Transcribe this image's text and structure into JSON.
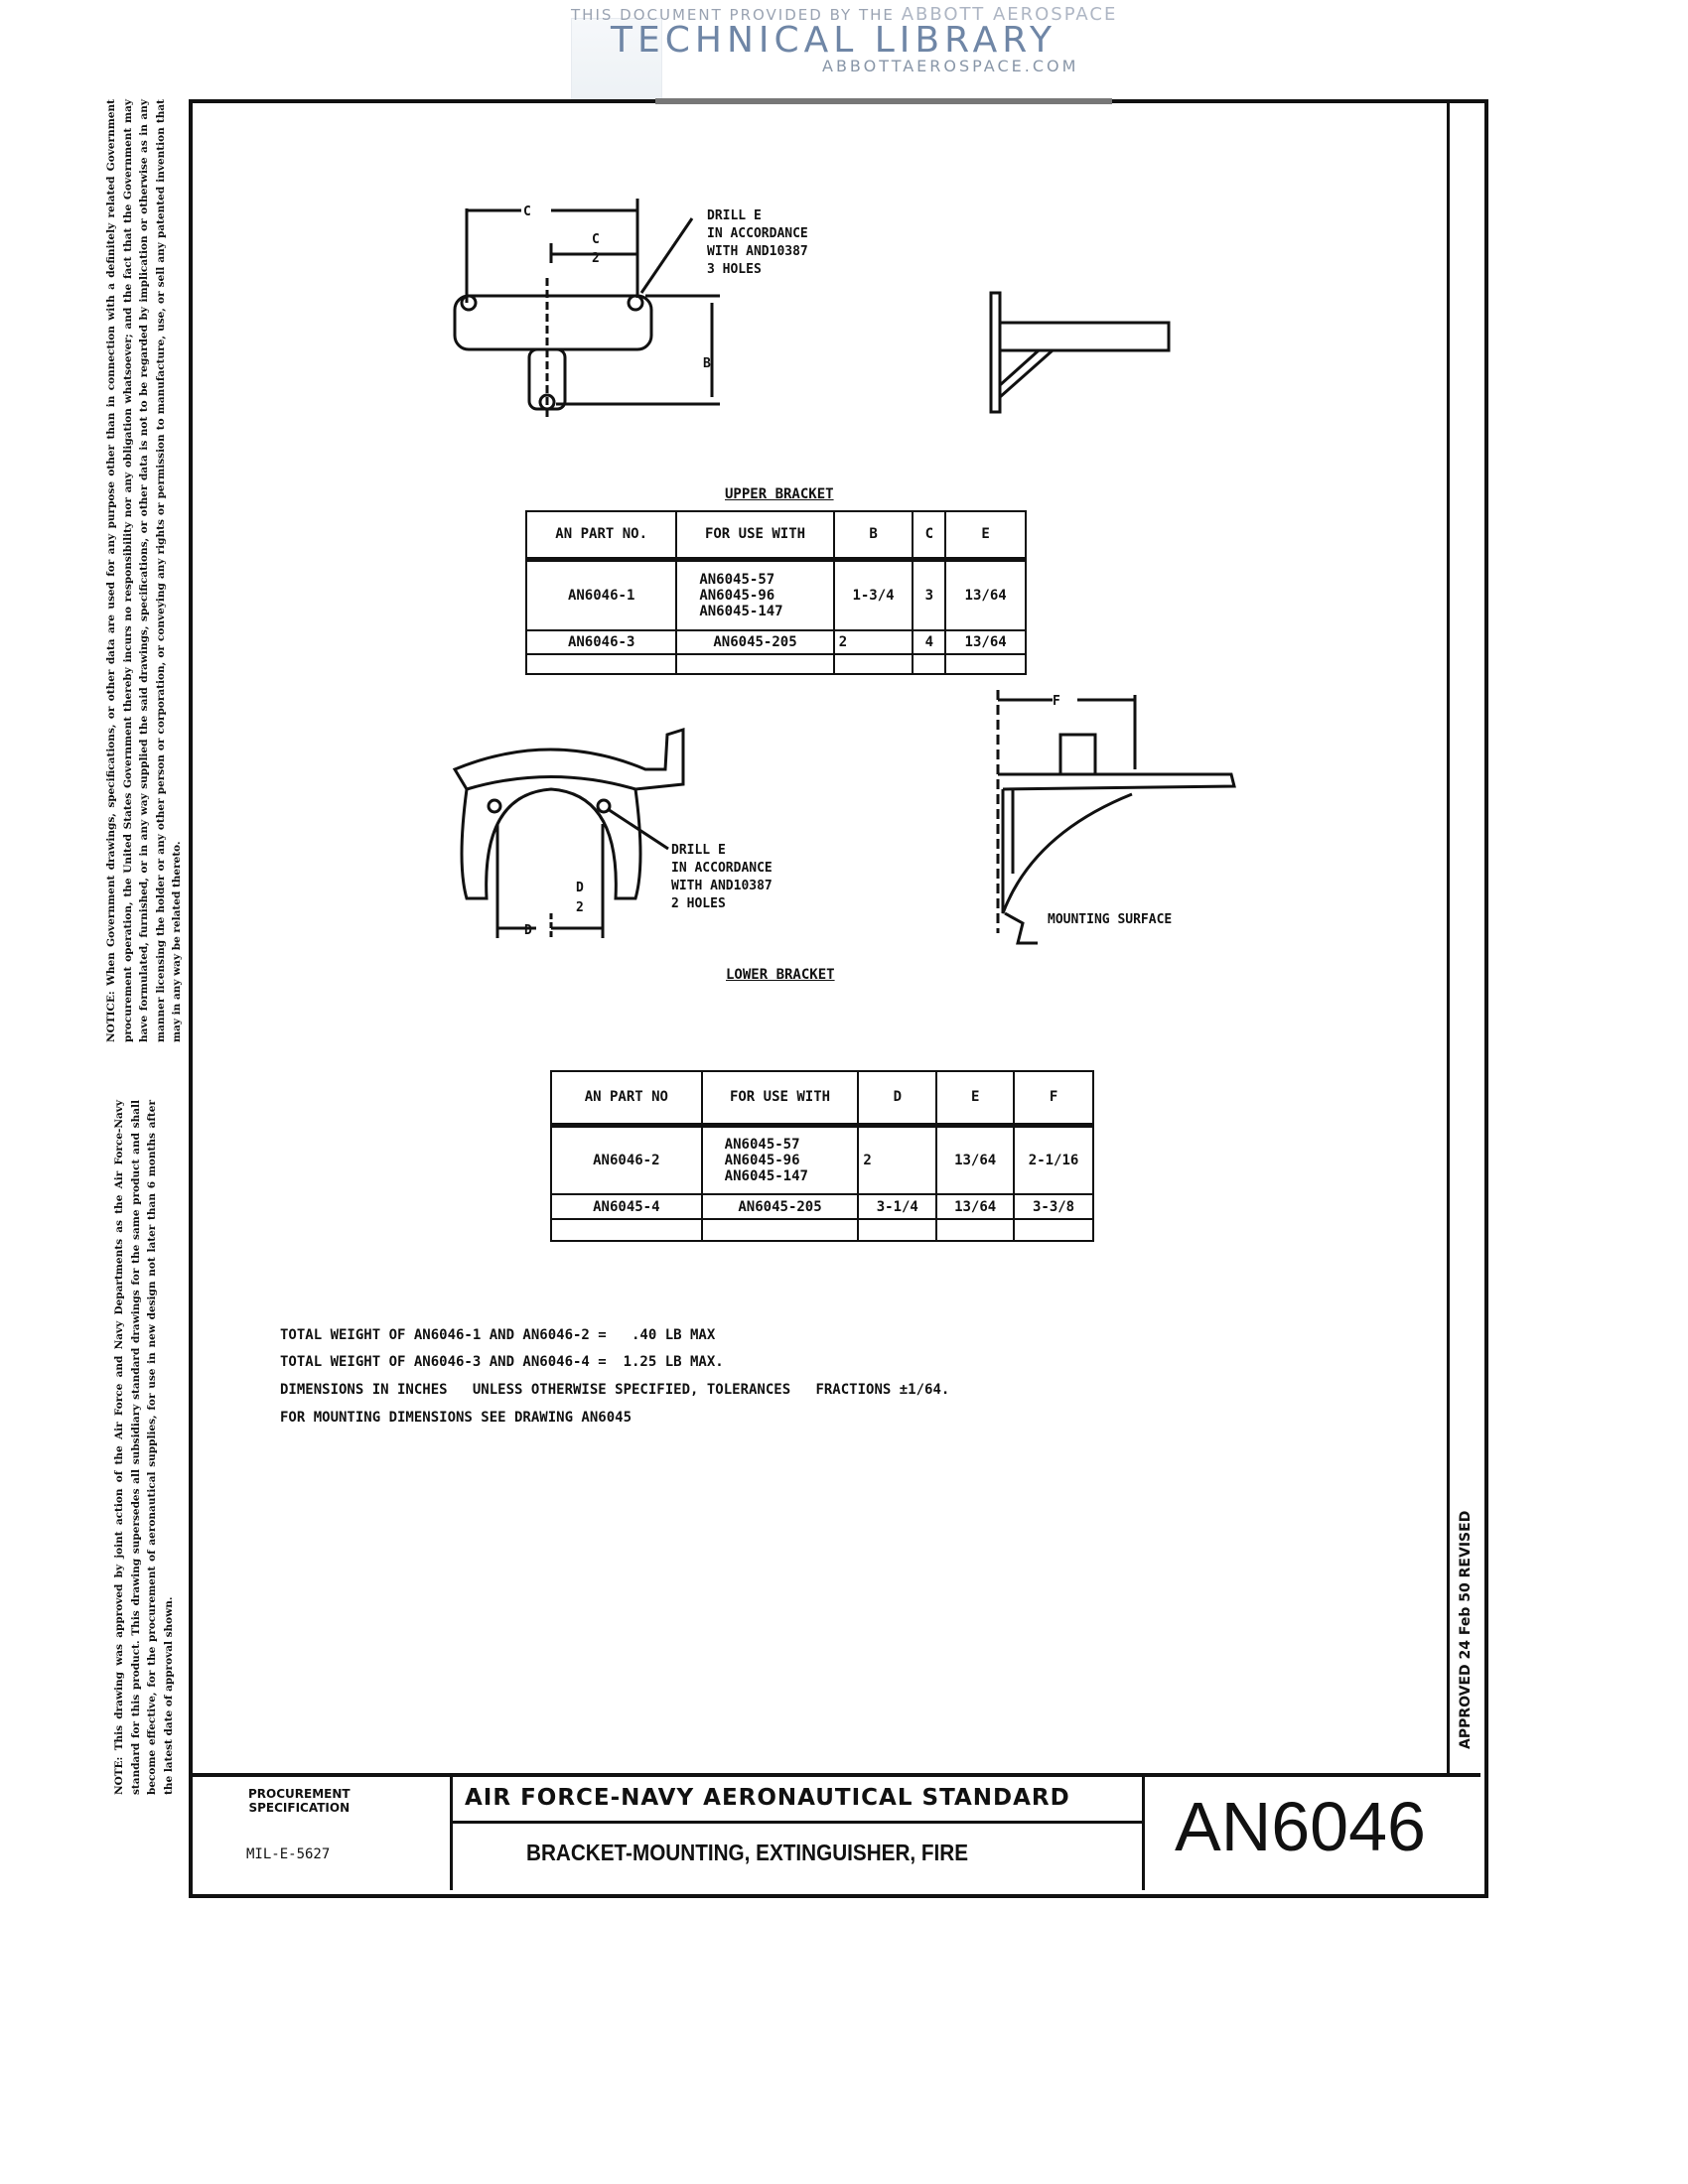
{
  "watermark": {
    "line1_prefix": "THIS DOCUMENT PROVIDED BY THE",
    "line1_brand": "ABBOTT AEROSPACE",
    "line2": "TECHNICAL LIBRARY",
    "line3": "ABBOTTAEROSPACE.COM"
  },
  "margin": {
    "notice": "NOTICE: When Government drawings, specifications, or other data are used for any purpose other than in connection with a definitely related Government procurement operation, the United States Government thereby incurs no responsibility nor any obligation whatsoever; and the fact that the Government may have formulated, furnished, or in any way supplied the said drawings, specifications, or other data is not to be regarded by implication or otherwise as in any manner licensing the holder or any other person or corporation, or conveying any rights or permission to manufacture, use, or sell any patented invention that may in any way be related thereto.",
    "note": "NOTE: This drawing was approved by joint action of the Air Force and Navy Departments as the Air Force-Navy standard for this product. This drawing supersedes all subsidiary standard drawings for the same product and shall become effective, for the procurement of aeronautical supplies, for use in new design not later than 6 months after the latest date of approval shown."
  },
  "drawing": {
    "dim_c": "C",
    "dim_c_half_num": "C",
    "dim_c_half_den": "2",
    "dim_b": "B",
    "upper_drill": [
      "DRILL E",
      "IN ACCORDANCE",
      "WITH AND10387",
      "3 HOLES"
    ],
    "lower_drill": [
      "DRILL E",
      "IN ACCORDANCE",
      "WITH AND10387",
      "2 HOLES"
    ],
    "dim_d": "D",
    "dim_d_half_num": "D",
    "dim_d_half_den": "2",
    "dim_f": "F",
    "mounting_surface": "MOUNTING SURFACE"
  },
  "upper_table": {
    "title": "UPPER BRACKET",
    "headers": [
      "AN PART NO.",
      "FOR USE WITH",
      "B",
      "C",
      "E"
    ],
    "rows": [
      {
        "part": "AN6046-1",
        "use": [
          "AN6045-57",
          "AN6045-96",
          "AN6045-147"
        ],
        "b": "1-3/4",
        "c": "3",
        "e": "13/64"
      },
      {
        "part": "AN6046-3",
        "use": [
          "AN6045-205"
        ],
        "b": "2",
        "c": "4",
        "e": "13/64"
      }
    ]
  },
  "lower_table": {
    "title": "LOWER BRACKET",
    "headers": [
      "AN PART NO",
      "FOR USE WITH",
      "D",
      "E",
      "F"
    ],
    "rows": [
      {
        "part": "AN6046-2",
        "use": [
          "AN6045-57",
          "AN6045-96",
          "AN6045-147"
        ],
        "d": "2",
        "e": "13/64",
        "f": "2-1/16"
      },
      {
        "part": "AN6045-4",
        "use": [
          "AN6045-205"
        ],
        "d": "3-1/4",
        "e": "13/64",
        "f": "3-3/8"
      }
    ]
  },
  "notes": [
    "TOTAL WEIGHT OF AN6046-1 AND AN6046-2 =   .40 LB MAX",
    "TOTAL WEIGHT OF AN6046-3 AND AN6046-4 =  1.25 LB MAX.",
    "DIMENSIONS IN INCHES   UNLESS OTHERWISE SPECIFIED, TOLERANCES   FRACTIONS ±1/64.",
    "FOR MOUNTING DIMENSIONS SEE DRAWING AN6045"
  ],
  "approval": "APPROVED 24 Feb 50   REVISED",
  "title_block": {
    "procurement_label": "PROCUREMENT",
    "specification_label": "SPECIFICATION",
    "spec_number": "MIL-E-5627",
    "organization": "AIR FORCE-NAVY AERONAUTICAL STANDARD",
    "title": "BRACKET-MOUNTING, EXTINGUISHER, FIRE",
    "drawing_number": "AN6046"
  }
}
